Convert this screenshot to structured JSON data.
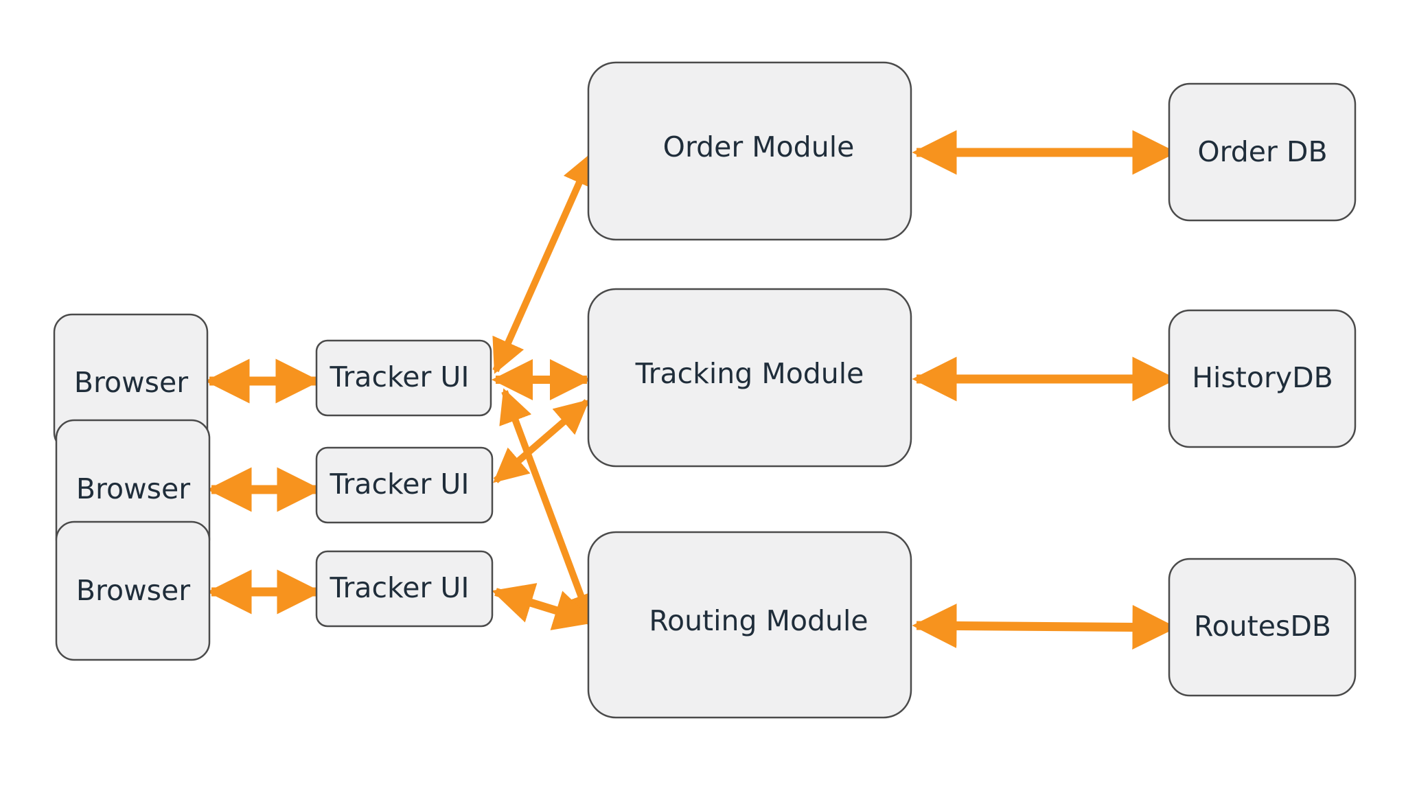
{
  "diagram": {
    "colors": {
      "arrow": "#f7931e",
      "box_fill": "#f0f0f1",
      "box_stroke": "#4a4a4a",
      "text": "#1f2d3a"
    },
    "nodes": {
      "browser_1": "Browser",
      "browser_2": "Browser",
      "browser_3": "Browser",
      "tracker_ui_1": "Tracker UI",
      "tracker_ui_2": "Tracker UI",
      "tracker_ui_3": "Tracker UI",
      "order_module": "Order Module",
      "tracking_module": "Tracking Module",
      "routing_module": "Routing Module",
      "order_db": "Order DB",
      "history_db": "HistoryDB",
      "routes_db": "RoutesDB"
    },
    "edges": [
      {
        "from": "browser_1",
        "to": "tracker_ui_1",
        "direction": "both"
      },
      {
        "from": "browser_2",
        "to": "tracker_ui_2",
        "direction": "both"
      },
      {
        "from": "browser_3",
        "to": "tracker_ui_3",
        "direction": "both"
      },
      {
        "from": "tracker_ui_1",
        "to": "order_module",
        "direction": "both"
      },
      {
        "from": "tracker_ui_1",
        "to": "tracking_module",
        "direction": "both"
      },
      {
        "from": "tracker_ui_1",
        "to": "routing_module",
        "direction": "both"
      },
      {
        "from": "tracker_ui_2",
        "to": "tracking_module",
        "direction": "both"
      },
      {
        "from": "tracker_ui_3",
        "to": "routing_module",
        "direction": "both"
      },
      {
        "from": "order_module",
        "to": "order_db",
        "direction": "both"
      },
      {
        "from": "tracking_module",
        "to": "history_db",
        "direction": "both"
      },
      {
        "from": "routing_module",
        "to": "routes_db",
        "direction": "both"
      }
    ]
  }
}
